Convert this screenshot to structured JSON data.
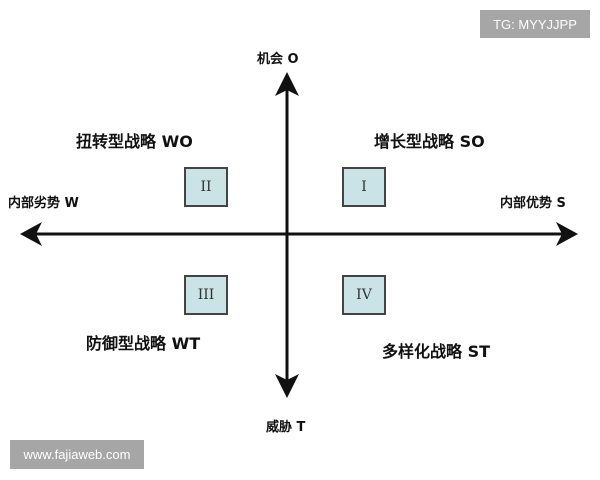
{
  "watermarks": {
    "top_right": "TG: MYYJJPP",
    "bottom_left": "www.fajiaweb.com"
  },
  "axes": {
    "top": "机会 O",
    "bottom": "威胁 T",
    "left": "内部劣势 W",
    "right": "内部优势 S"
  },
  "quadrants": [
    {
      "numeral": "I",
      "label": "增长型战略 SO",
      "position": "top-right"
    },
    {
      "numeral": "II",
      "label": "扭转型战略 WO",
      "position": "top-left"
    },
    {
      "numeral": "III",
      "label": "防御型战略 WT",
      "position": "bottom-left"
    },
    {
      "numeral": "IV",
      "label": "多样化战略 ST",
      "position": "bottom-right"
    }
  ],
  "colors": {
    "box_fill": "#c9e3e6",
    "box_border": "#444444",
    "axis": "#111111",
    "watermark_bg": "#a6a6a6"
  }
}
